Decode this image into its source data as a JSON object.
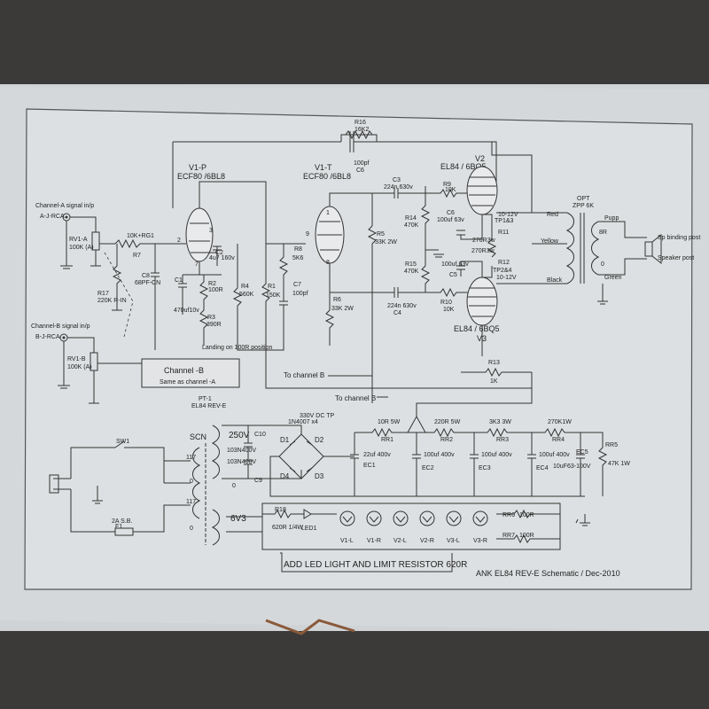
{
  "title": "ANK EL84 REV-E Schematic / Dec-2010",
  "note": "ADD LED LIGHT AND LIMIT RESISTOR 620R",
  "inputs": {
    "channel_a": {
      "heading": "Channel-A signal in/p",
      "connector": "A-J-RCA",
      "pot": "RV1-A",
      "pot_value": "100K (A)"
    },
    "channel_b": {
      "heading": "Channel-B signal in/p",
      "connector": "B-J-RCA",
      "pot": "RV1-B",
      "pot_value": "100K (A)"
    }
  },
  "channel_b_block": {
    "title": "Channel -B",
    "subtitle": "Same as channel -A"
  },
  "tubes": {
    "v1p": {
      "name": "V1-P",
      "type": "ECF80 /6BL8"
    },
    "v1t": {
      "name": "V1-T",
      "type": "ECF80 /6BL8"
    },
    "v2": {
      "name": "V2",
      "type": "EL84 / 6BQ5"
    },
    "v3": {
      "name": "V3",
      "type": "EL84 / 6BQ5"
    }
  },
  "pins": {
    "p2": "2",
    "p3": "3",
    "p7": "7",
    "p9": "9",
    "p1": "1",
    "p8": "8"
  },
  "components": {
    "r7": {
      "ref": "R7",
      "value": "10K+RG1"
    },
    "r17": {
      "ref": "R17",
      "value": "220K R-IN"
    },
    "c8": {
      "ref": "C8",
      "value": "68PF-CN"
    },
    "c1": {
      "ref": "C1",
      "value": "470uf10v"
    },
    "c2": {
      "ref": "C2",
      "value": "4u7 160v"
    },
    "r2": {
      "ref": "R2",
      "value": "100R"
    },
    "r3": {
      "ref": "R3",
      "value": "390R"
    },
    "r4": {
      "ref": "R4",
      "value": "560K"
    },
    "r1": {
      "ref": "R1",
      "value": "150K"
    },
    "r8": {
      "ref": "R8",
      "value": "5K6"
    },
    "c7": {
      "ref": "C7",
      "value": "100pf"
    },
    "r6": {
      "ref": "R6",
      "value": "33K 2W"
    },
    "r5": {
      "ref": "R5",
      "value": "33K 2W"
    },
    "r16": {
      "ref": "R16",
      "value": "16K2"
    },
    "c6top": {
      "ref": "C6",
      "value": "100pf"
    },
    "c3": {
      "ref": "C3",
      "value": "224n 630v"
    },
    "c4": {
      "ref": "C4",
      "value": "224n 630v"
    },
    "r9": {
      "ref": "R9",
      "value": "10K"
    },
    "r10": {
      "ref": "R10",
      "value": "10K"
    },
    "r14": {
      "ref": "R14",
      "value": "470K"
    },
    "r15": {
      "ref": "R15",
      "value": "470K"
    },
    "c6": {
      "ref": "C6",
      "value": "100uf 63v"
    },
    "c5": {
      "ref": "C5",
      "value": "100uf 63v"
    },
    "r11": {
      "ref": "R11",
      "value": "270R3w"
    },
    "r12": {
      "ref": "R12",
      "value": "270R3w"
    },
    "tp13": {
      "value": "10-12V",
      "ref": "TP1&3"
    },
    "tp24": {
      "ref": "TP2&4",
      "value": "10-12V"
    },
    "r13": {
      "ref": "R13",
      "value": "1K"
    },
    "rr1": {
      "ref": "RR1",
      "value": "10R 5W"
    },
    "rr2": {
      "ref": "RR2",
      "value": "220R 5W"
    },
    "rr3": {
      "ref": "RR3",
      "value": "3K3 3W"
    },
    "rr4": {
      "ref": "RR4",
      "value": "270K1W"
    },
    "rr5": {
      "ref": "RR5",
      "value": "47K 1W"
    },
    "ec1": {
      "ref": "EC1",
      "value": "22uf 400v"
    },
    "ec2": {
      "ref": "EC2",
      "value": "100uf 400v"
    },
    "ec3": {
      "ref": "EC3",
      "value": "100uf 400v"
    },
    "ec4": {
      "ref": "EC4",
      "value": "100uf 400v"
    },
    "ec5": {
      "ref": "EC5",
      "value": "10uF63-100V"
    },
    "c10": {
      "ref": "C10",
      "value": "103N400V"
    },
    "c9": {
      "ref": "C9",
      "value": "103N400V"
    },
    "rr6": {
      "ref": "RR6",
      "value": "100R"
    },
    "rr7": {
      "ref": "RR7",
      "value": "100R"
    },
    "r18": {
      "ref": "R18",
      "value": "620R 1/4W"
    },
    "led1": {
      "ref": "LED1"
    },
    "f1": {
      "ref": "F1",
      "value": "2A S.B."
    },
    "sw1": {
      "ref": "SW1"
    },
    "diodes": {
      "part": "1N4007 x4",
      "d1": "D1",
      "d2": "D2",
      "d3": "D3",
      "d4": "D4"
    }
  },
  "power": {
    "transformer": "PT-1",
    "transformer_type": "EL84 REV-E",
    "scn": "SCN",
    "hv": "250V",
    "heater": "6V3",
    "tap117a": "117",
    "tap0a": "0",
    "tap117b": "117",
    "tap0b": "0",
    "tap0c": "0",
    "dc_tp": "330V DC TP"
  },
  "heaters": [
    "V1-L",
    "V1-R",
    "V2-L",
    "V2-R",
    "V3-L",
    "V3-R"
  ],
  "output": {
    "opt": "OPT",
    "opt_type": "ZPP 6K",
    "red": "Red",
    "yellow": "Yellow",
    "black": "Black",
    "pupp": "Pupp",
    "green": "Green",
    "tap8r": "8R",
    "tap0": "0",
    "sp_binding": "Sp binding post",
    "speaker": "Speaker post"
  },
  "notes": {
    "landing": "Landing on 100R position",
    "to_channel_b_1": "To channel B",
    "to_channel_b_2": "To channel B"
  }
}
